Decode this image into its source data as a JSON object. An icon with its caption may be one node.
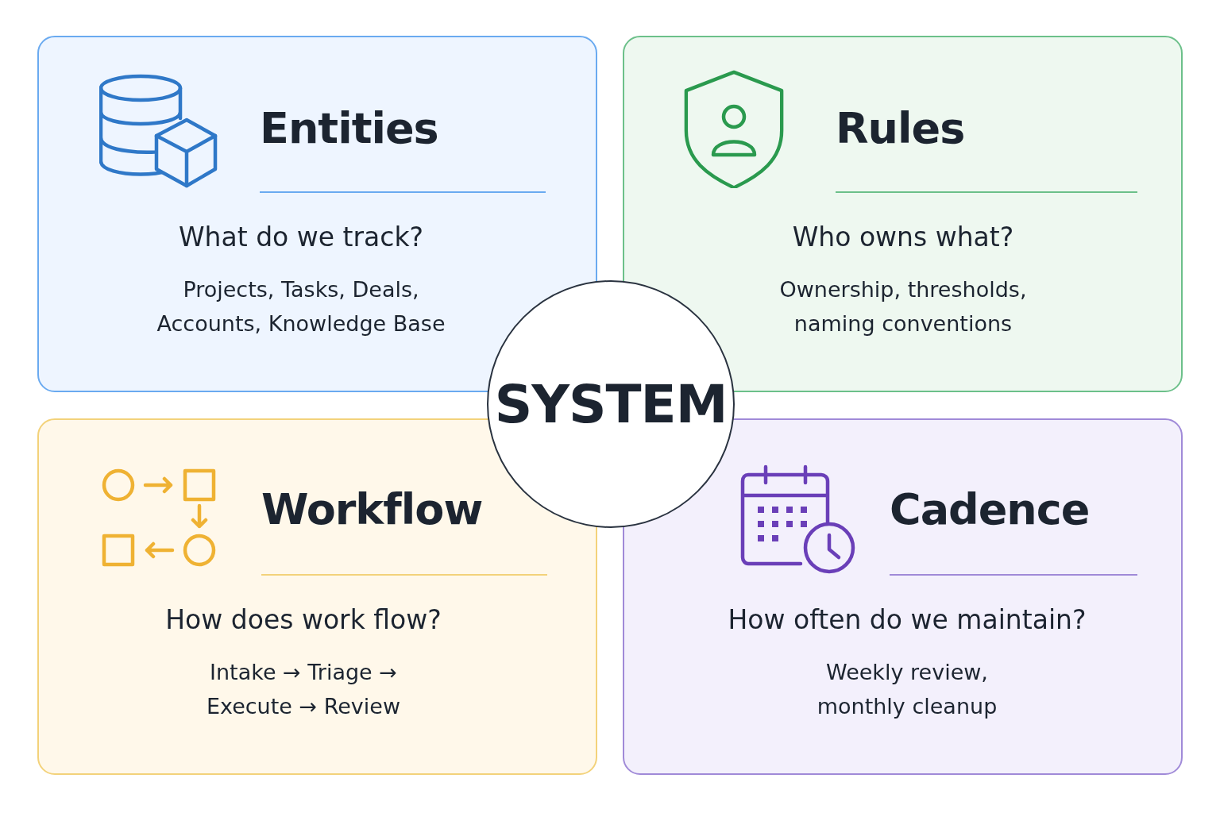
{
  "diagram": {
    "nodes": [
      {
        "text": [
          "Entities",
          "What do we track?",
          "Projects, Tasks, Deals, Accounts, Knowledge Base"
        ]
      },
      {
        "text": [
          "Rules",
          "Who owns what?",
          "Ownership, thresholds, naming conventions"
        ]
      },
      {
        "text": [
          "SYSTEM"
        ]
      },
      {
        "text": [
          "Workflow",
          "How does work flow?",
          "Intake → Triage → Execute → Review"
        ]
      },
      {
        "text": [
          "Cadence",
          "How often do we maintain?",
          "Weekly review, monthly cleanup"
        ]
      }
    ]
  }
}
